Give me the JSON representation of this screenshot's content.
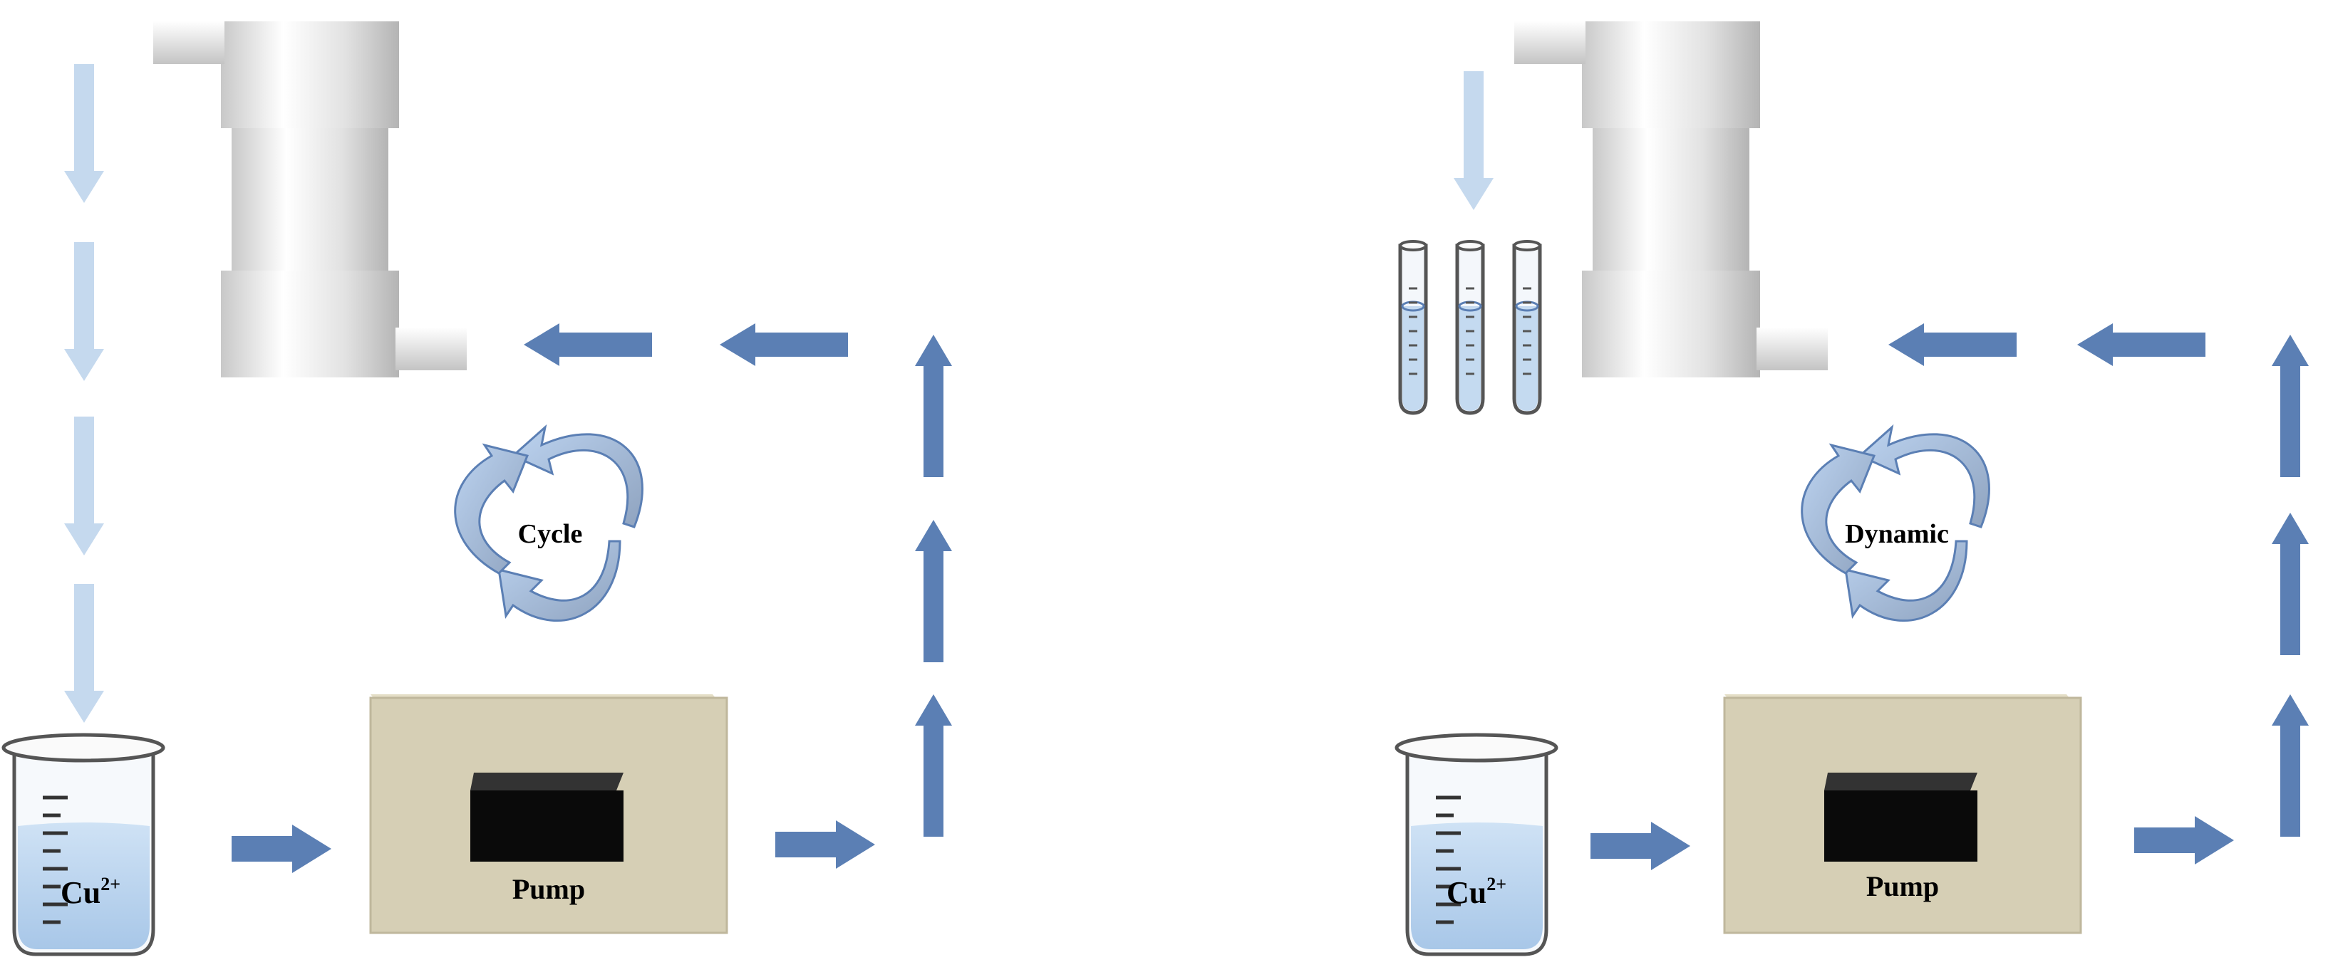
{
  "panels": [
    {
      "id": "left",
      "beaker_label": "Cu",
      "beaker_superscript": "2+",
      "pump_label": "Pump",
      "cycle_label": "Cycle",
      "has_test_tubes": false
    },
    {
      "id": "right",
      "beaker_label": "Cu",
      "beaker_superscript": "2+",
      "pump_label": "Pump",
      "cycle_label": "Dynamic",
      "has_test_tubes": true
    }
  ],
  "colors": {
    "flow_arrow": "#5b7fb4",
    "outflow_arrow": "#c5d9ee",
    "pump_body": "#d6cfb5",
    "pump_window": "#0a0a0a",
    "liquid": "#b7d3ee",
    "column": "#e6e6e6"
  }
}
